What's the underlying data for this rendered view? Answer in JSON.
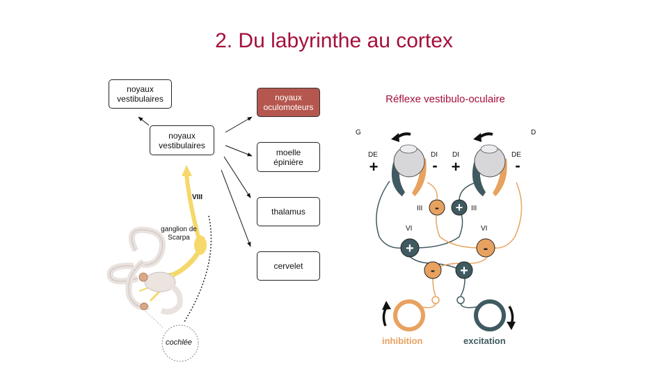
{
  "title": "2. Du labyrinthe au cortex",
  "pathway": {
    "top_box": "noyaux\nvestibulaires",
    "center_box": "noyaux\nvestibulaires",
    "targets": [
      "noyaux\noculomoteurs",
      "moelle\népinière",
      "thalamus",
      "cervelet"
    ],
    "nerve_label": "VIII",
    "ganglion_label": "ganglion de\nScarpa",
    "cochlea_label": "cochlée"
  },
  "reflex": {
    "title": "Réflexe vestibulo-oculaire",
    "side_left": "G",
    "side_right": "D",
    "muscle_labels": [
      "DE",
      "DI",
      "DI",
      "DE"
    ],
    "muscle_signs": [
      "+",
      "-",
      "+",
      "-"
    ],
    "nucleus_III": "III",
    "nucleus_VI": "VI",
    "legend_inhibition": "inhibition",
    "legend_excitation": "excitation"
  },
  "colors": {
    "title": "#a50f3a",
    "highlight_box": "#b5574f",
    "inhibition": "#e8a25f",
    "excitation": "#3f5a60",
    "nerve": "#f5d86a"
  }
}
